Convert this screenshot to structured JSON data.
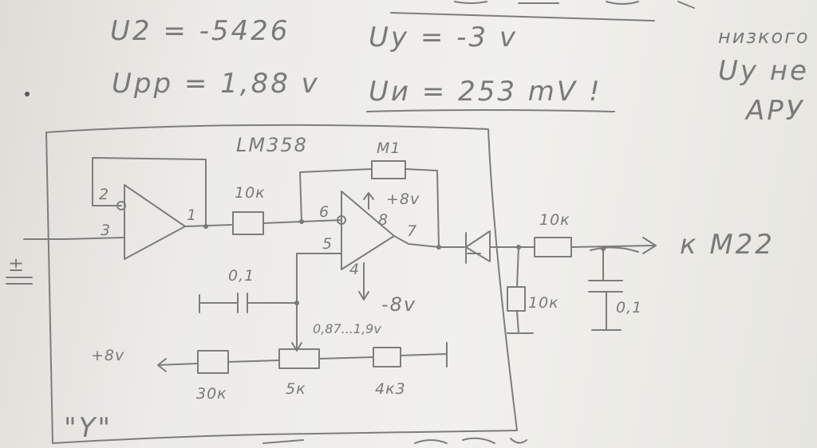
{
  "notes": {
    "line1_left": "U2 = -5426",
    "line2_left": "Upp = 1,88 v",
    "line1_mid": "Uy = -3 v",
    "line2_mid": "Uи = 253 mV !",
    "right1": "низкого",
    "right2": "Uy не",
    "right3": "АРУ"
  },
  "schematic": {
    "ic_name": "LM358",
    "pin2": "2",
    "pin3": "3",
    "pin1": "1",
    "pin6": "6",
    "pin5": "5",
    "pin8": "8",
    "pin7": "7",
    "pin4": "4",
    "r_input": "10к",
    "r_feedback": "М1",
    "vplus": "+8v",
    "vminus": "-8v",
    "c_filter": "0,1",
    "v_range": "0,87...1,9v",
    "supply_left": "+8v",
    "r_30k": "30к",
    "r_pot": "5к",
    "r_4k3": "4к3",
    "r_out": "10к",
    "r_shunt": "10к",
    "c_out": "0,1",
    "output_dest": "к М22",
    "block_label": "\"Y\""
  }
}
